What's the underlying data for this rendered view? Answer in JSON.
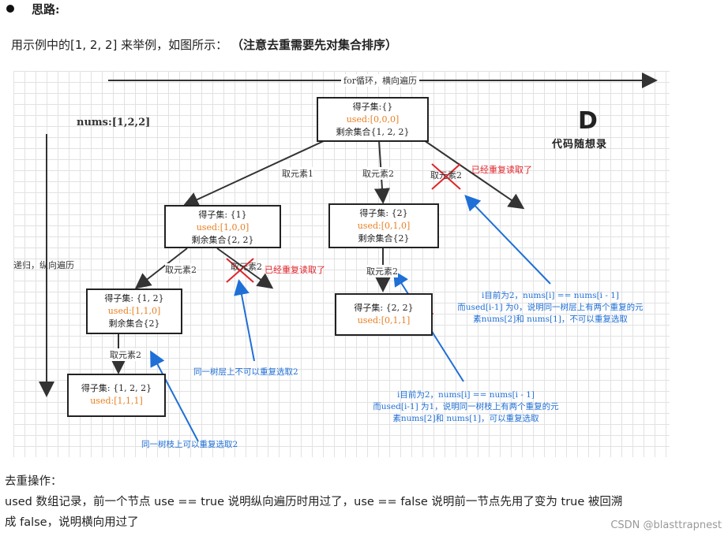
{
  "section": {
    "heading": "思路:",
    "intro_prefix": "用示例中的[1, 2, 2] 来举例，如图所示：",
    "intro_bold": "（注意去重需要先对集合排序）"
  },
  "diagram": {
    "top_axis": "for循环，横向遍历",
    "side_axis": "递归，纵向遍历",
    "nums": "nums:[1,2,2]",
    "logo_letter": "D",
    "logo_text": "代码随想录",
    "root": {
      "subset": "得子集:{}",
      "used": "used:[0,0,0]",
      "rest": "剩余集合{1, 2, 2}"
    },
    "n1": {
      "subset": "得子集: {1}",
      "used": "used:[1,0,0]",
      "rest": "剩余集合{2, 2}"
    },
    "n2": {
      "subset": "得子集: {2}",
      "used": "used:[0,1,0]",
      "rest": "剩余集合{2}"
    },
    "n3": {
      "subset": "得子集: {1, 2}",
      "used": "used:[1,1,0]",
      "rest": "剩余集合{2}"
    },
    "n4": {
      "subset": "得子集: {2, 2}",
      "used": "used:[0,1,1]"
    },
    "n5": {
      "subset": "得子集: {1, 2, 2}",
      "used": "used:[1,1,1]"
    },
    "edges": {
      "e1": "取元素1",
      "e2": "取元素2",
      "e3": "取元素2",
      "e4": "取元素2",
      "e5": "取元素2",
      "e6": "取元素2",
      "e7": "取元素2"
    },
    "dup_note_a": "已经重复读取了",
    "dup_note_b": "已经重复读取了",
    "note_right_1": "i目前为2，nums[i] == nums[i - 1]",
    "note_right_2": "而used[i-1] 为0，说明同一树层上有两个重复的元",
    "note_right_3": "素nums[2]和 nums[1]，不可以重复选取",
    "note_mid_1": "i目前为2，nums[i] == nums[i - 1]",
    "note_mid_2": "而used[i-1] 为1，说明同一树枝上有两个重复的元",
    "note_mid_3": "素nums[2]和 nums[1]，可以重复选取",
    "note_layer": "同一树层上不可以重复选取2",
    "note_branch": "同一树枝上可以重复选取2"
  },
  "footer": {
    "title": "去重操作：",
    "line1": "used 数组记录，前一个节点 use == true  说明纵向遍历时用过了，use == false  说明前一节点先用了变为 true 被回溯",
    "line2": "成 false，说明横向用过了"
  },
  "watermark": "CSDN @blasttrapnest",
  "colors": {
    "red": "#e0242a",
    "blue": "#1f6fd6",
    "orange": "#e87f22"
  }
}
